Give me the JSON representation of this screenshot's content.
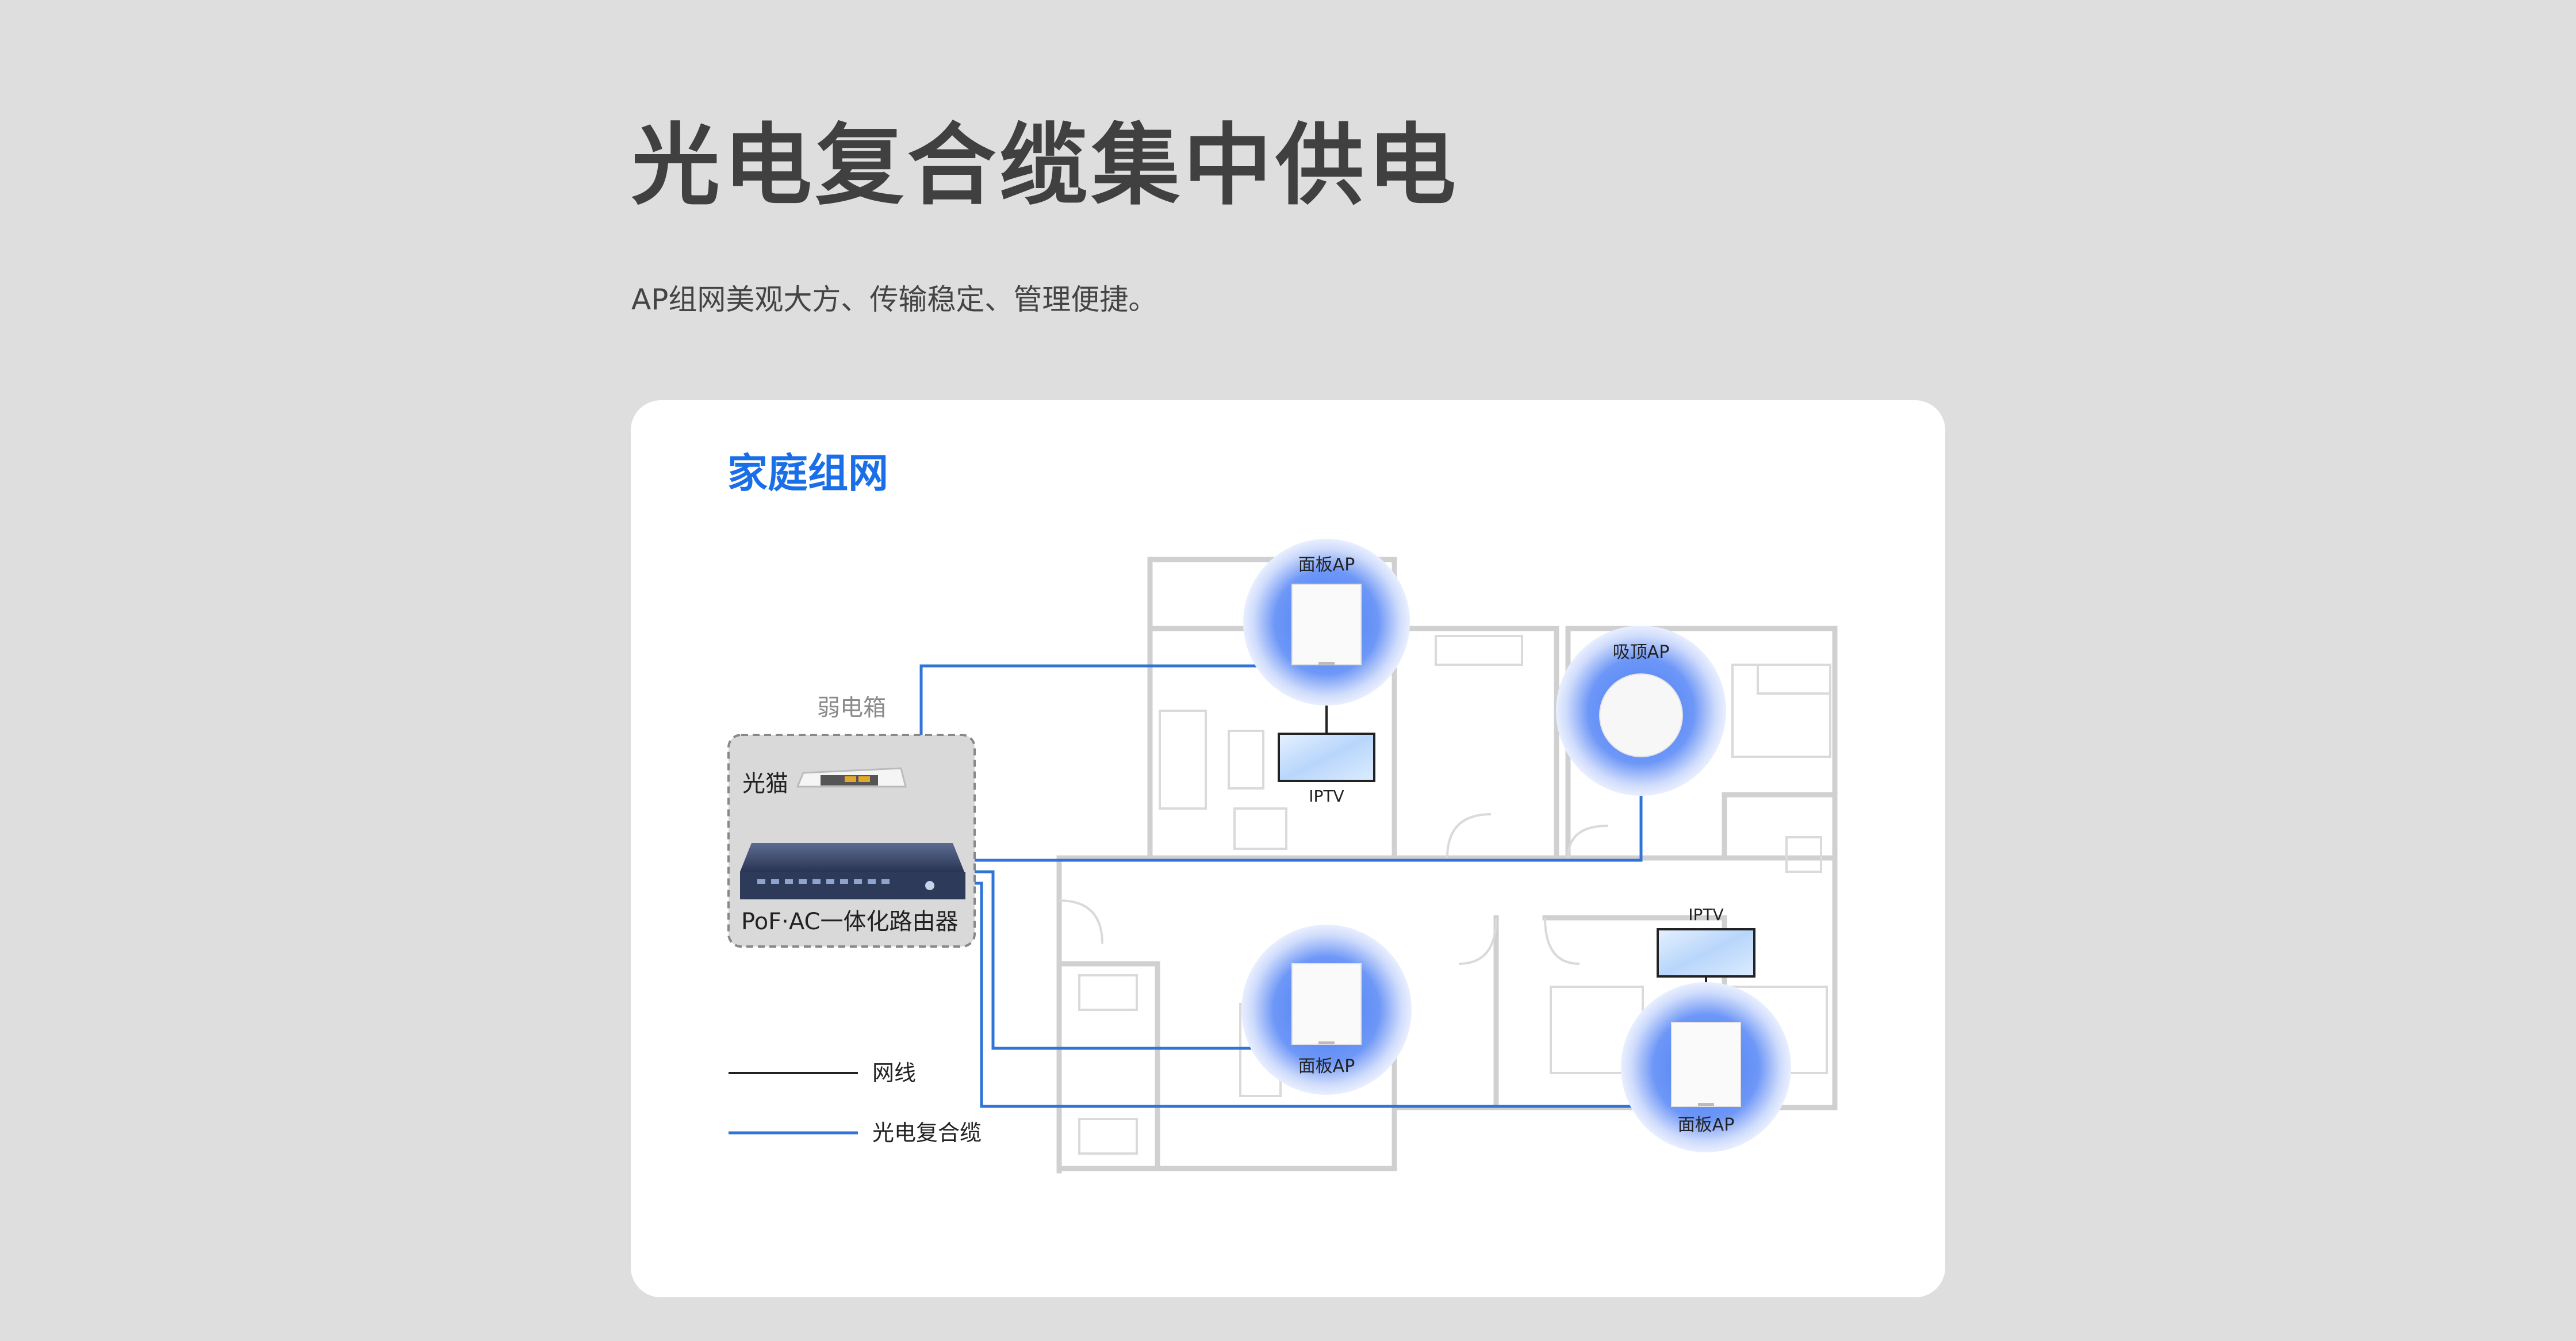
{
  "header": {
    "title": "光电复合缆集中供电",
    "subtitle": "AP组网美观大方、传输稳定、管理便捷。"
  },
  "card": {
    "title": "家庭组网"
  },
  "diagram": {
    "cabinet_label": "弱电箱",
    "modem_label": "光猫",
    "router_label": "PoF·AC一体化路由器",
    "ap_top_left": "面板AP",
    "ap_ceiling": "吸顶AP",
    "ap_bottom_left": "面板AP",
    "ap_bottom_right": "面板AP",
    "iptv_top": "IPTV",
    "iptv_right": "IPTV",
    "legend": {
      "network_cable": "网线",
      "optoelectronic_cable": "光电复合缆"
    }
  },
  "colors": {
    "accent": "#1a6fe8",
    "fiber_line": "#2f74d6",
    "network_line": "#222222",
    "wall": "#d0d0d0",
    "background": "#dedede"
  }
}
